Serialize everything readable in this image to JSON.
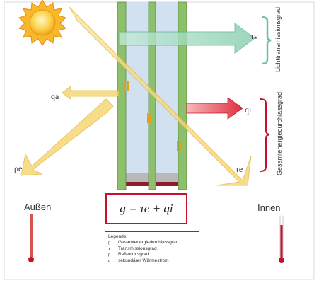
{
  "labels": {
    "tau_v": "τv",
    "q_a": "qa",
    "q_i": "qi",
    "rho_e": "ρe",
    "tau_e": "τe",
    "outside": "Außen",
    "inside": "Innen",
    "light_transmission": "Lichttransmissionsgrad",
    "total_energy": "Gesamtenergiedurchlassgrad"
  },
  "formula": "g = τe + qi",
  "legend": {
    "title": "Legende:",
    "items": [
      {
        "symbol": "g",
        "text": "Gesamtenergiedurchlassgrad"
      },
      {
        "symbol": "τ",
        "text": "Transmissionsgrad"
      },
      {
        "symbol": "ρ",
        "text": "Reflexionsgrad"
      },
      {
        "symbol": "q",
        "text": "sekundärer Wärmestrom"
      }
    ]
  },
  "colors": {
    "frame_green": "#8dc06a",
    "glass": "#d2e1f0",
    "ray_yellow": "#f6d77a",
    "red": "#c8102e",
    "teal": "#78c8a8",
    "sun": "#f5b829"
  }
}
